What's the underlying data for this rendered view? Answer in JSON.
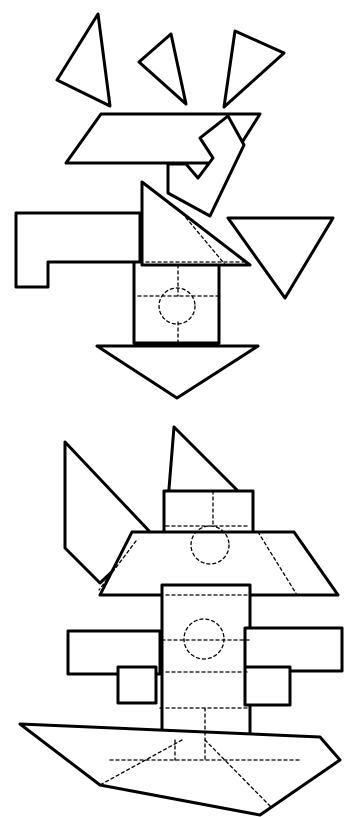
{
  "figure": {
    "kind": "tangram-style fold-out diagram",
    "line_color": "#000000",
    "background": "#ffffff",
    "figures": [
      {
        "name": "top-figure",
        "label": ""
      },
      {
        "name": "bottom-figure",
        "label": ""
      }
    ]
  }
}
